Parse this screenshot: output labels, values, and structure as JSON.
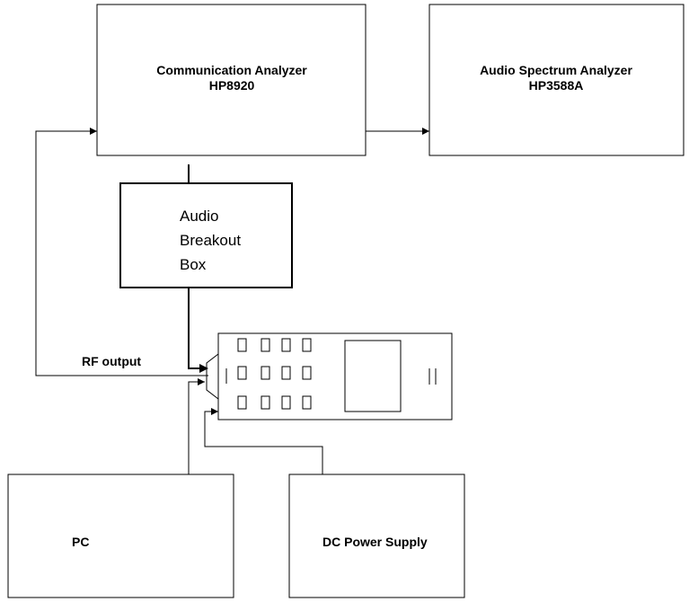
{
  "blocks": {
    "comm_analyzer": {
      "line1": "Communication Analyzer",
      "line2": "HP8920"
    },
    "audio_spectrum": {
      "line1": "Audio Spectrum Analyzer",
      "line2": "HP3588A"
    },
    "breakout_box": {
      "line1": "Audio",
      "line2": "Breakout",
      "line3": "Box"
    },
    "pc": {
      "label": "PC"
    },
    "dc_power": {
      "label": "DC Power Supply"
    }
  },
  "connections": {
    "rf_output": "RF output"
  },
  "handset": {
    "left_mark": "I",
    "right_mark": "II"
  }
}
